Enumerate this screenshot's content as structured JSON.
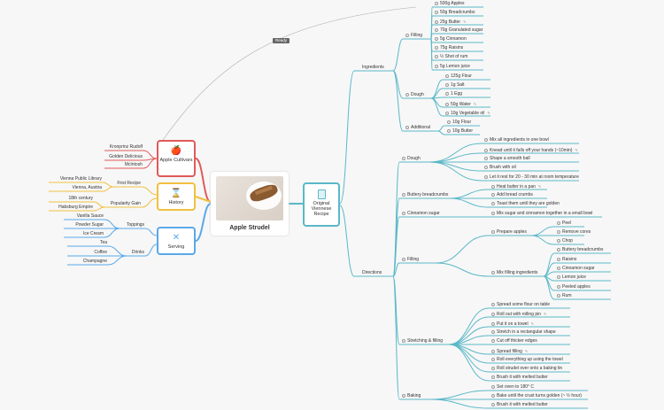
{
  "central": {
    "title": "Apple Strudel"
  },
  "tag": "Ready",
  "main_topic": {
    "label": "Original Viennese Recipe"
  },
  "left_topics": {
    "cultivars": {
      "label": "Apple Cultivars",
      "items": [
        "Kronprinz Rudolf",
        "Golden Delicious",
        "McIntosh"
      ]
    },
    "history": {
      "label": "History",
      "first_recipe": "First Recipe",
      "first_recipe_items": [
        "Vienna Public Library",
        "Vienna, Austria"
      ],
      "popularity": "Popularity Gain",
      "popularity_items": [
        "18th century",
        "Habsburg Empire"
      ]
    },
    "serving": {
      "label": "Serving",
      "toppings": "Toppings",
      "toppings_items": [
        "Vanilla Sauce",
        "Powder Sugar",
        "Ice Cream"
      ],
      "drinks": "Drinks",
      "drinks_items": [
        "Tea",
        "Coffee",
        "Champagne"
      ]
    }
  },
  "ingredients": {
    "label": "Ingredients",
    "filling": {
      "label": "Filling",
      "items": [
        "500g Apples",
        "50g Breadcrumbs",
        "25g Butter",
        "70g Granulated sugar",
        "5g Cinnamon",
        "75g Raisins",
        "½ Shot of rum",
        "5g Lemon juice"
      ]
    },
    "dough": {
      "label": "Dough",
      "items": [
        "125g Flour",
        "1g Salt",
        "1 Egg",
        "50g Water",
        "10g Vegetable oil"
      ]
    },
    "additional": {
      "label": "Additional",
      "items": [
        "10g Flour",
        "10g Butter"
      ]
    }
  },
  "directions": {
    "label": "Directions",
    "dough": {
      "label": "Dough",
      "items": [
        "Mix all ingredients in one bowl",
        "Knead until it falls off your hands (~10min)",
        "Shape a smooth ball",
        "Brush with oil",
        "Let it rest for 20 - 30 min at room temperature"
      ]
    },
    "breadcrumbs": {
      "label": "Buttery breadcrumbs",
      "items": [
        "Heat butter in a pan",
        "Add bread crumbs",
        "Toast them until they are golden"
      ]
    },
    "cinnamon": {
      "label": "Cinnamon sugar",
      "items": [
        "Mix sugar and cinnamon together in a small bowl"
      ]
    },
    "filling": {
      "label": "Filling",
      "prepare": "Prepare apples",
      "prepare_items": [
        "Peel",
        "Remove cores",
        "Chop"
      ],
      "mix": "Mix filling ingredients",
      "mix_items": [
        "Buttery breadcrumbs",
        "Raisins",
        "Cinnamon sugar",
        "Lemon juice",
        "Peeled apples",
        "Rum"
      ]
    },
    "stretching": {
      "label": "Stretching & filling",
      "items": [
        "Spread some flour on table",
        "Roll out with rolling pin",
        "Put it on a towel",
        "Stretch in a rectangular shape",
        "Cut off thicker edges",
        "Spread filling",
        "Roll everything up using the towel",
        "Roll strudel over onto a baking tin",
        "Brush it with melted butter"
      ]
    },
    "baking": {
      "label": "Baking",
      "items": [
        "Set oven to 180° C",
        "Bake until the crust turns golden (~ ½ hour)",
        "Brush it with melted butter"
      ]
    }
  },
  "colors": {
    "teal": "#5bb8c8",
    "red": "#e05a5a",
    "yellow": "#f0c040",
    "blue": "#5aa8e8"
  }
}
